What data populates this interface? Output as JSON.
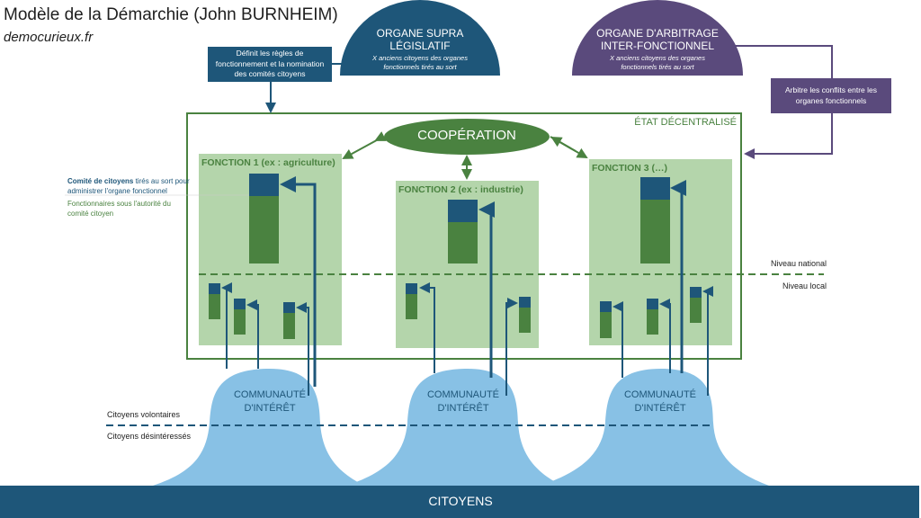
{
  "header": {
    "title": "Modèle de la Démarchie (John BURNHEIM)",
    "subtitle": "democurieux.fr"
  },
  "colors": {
    "dark_blue": "#1e5679",
    "purple": "#5a4a7c",
    "green": "#4a8240",
    "light_green": "#b4d5ab",
    "light_blue": "#88c1e5",
    "border_green": "#4a8240"
  },
  "supra": {
    "title_line1": "ORGANE SUPRA",
    "title_line2": "LÉGISLATIF",
    "desc_line1": "X anciens citoyens des organes",
    "desc_line2": "fonctionnels tirés au sort",
    "note_line1": "Définit les règles de",
    "note_line2": "fonctionnement et la nomination",
    "note_line3": "des comités citoyens"
  },
  "arbitrage": {
    "title_line1": "ORGANE D'ARBITRAGE",
    "title_line2": "INTER-FONCTIONNEL",
    "desc_line1": "X anciens citoyens des organes",
    "desc_line2": "fonctionnels tirés au sort",
    "note_line1": "Arbitre les conflits entre les",
    "note_line2": "organes fonctionnels"
  },
  "state": {
    "label": "ÉTAT DÉCENTRALISÉ",
    "cooperation": "COOPÉRATION",
    "functions": [
      {
        "label": "FONCTION 1 (ex : agriculture)"
      },
      {
        "label": "FONCTION 2 (ex : industrie)"
      },
      {
        "label": "FONCTION 3 (…)"
      }
    ]
  },
  "legend": {
    "committee_bold": "Comité de citoyens",
    "committee_rest": " tirés au sort pour",
    "committee_line2": "administrer l'organe fonctionnel",
    "officials_line1": "Fonctionnaires sous l'autorité du",
    "officials_line2": "comité citoyen",
    "national": "Niveau national",
    "local": "Niveau local",
    "volunteers": "Citoyens volontaires",
    "uninterested": "Citoyens désintéressés"
  },
  "communities": [
    {
      "line1": "COMMUNAUTÉ",
      "line2": "D'INTÉRÊT"
    },
    {
      "line1": "COMMUNAUTÉ",
      "line2": "D'INTÉRÊT"
    },
    {
      "line1": "COMMUNAUTÉ",
      "line2": "D'INTÉRÊT"
    }
  ],
  "footer": {
    "citizens": "CITOYENS"
  }
}
